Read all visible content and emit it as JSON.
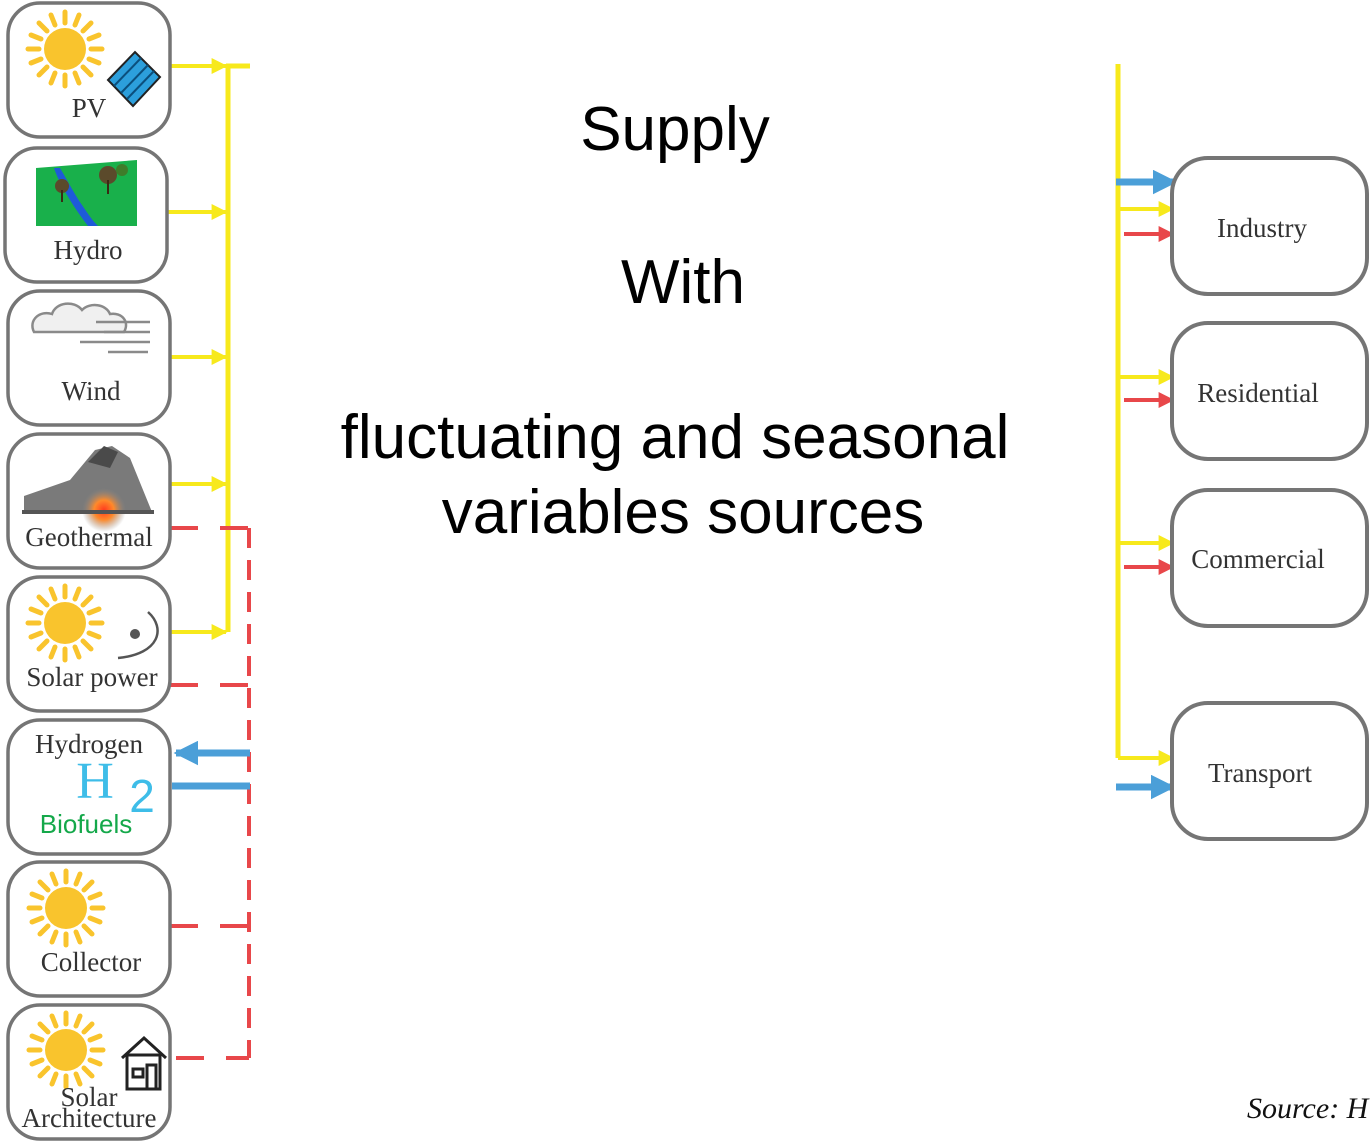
{
  "title": {
    "line1": "Supply",
    "line2": "With",
    "line3": "fluctuating and seasonal",
    "line4": "variables sources"
  },
  "sources": [
    {
      "label": "PV",
      "icon": "sun-pv-panel-icon"
    },
    {
      "label": "Hydro",
      "icon": "river-landscape-icon"
    },
    {
      "label": "Wind",
      "icon": "cloud-wind-icon"
    },
    {
      "label": "Geothermal",
      "icon": "volcano-icon"
    },
    {
      "label": "Solar power",
      "icon": "sun-dish-icon"
    },
    {
      "label": "Hydrogen",
      "h2_letter": "H",
      "h2_sub": "2",
      "label2": "Biofuels",
      "icon": "h2-icon"
    },
    {
      "label": "Collector",
      "icon": "sun-icon"
    },
    {
      "label": "Solar",
      "label2": "Architecture",
      "icon": "sun-house-icon"
    }
  ],
  "sinks": [
    {
      "label": "Industry"
    },
    {
      "label": "Residential"
    },
    {
      "label": "Commercial"
    },
    {
      "label": "Transport"
    }
  ],
  "source_note": "Source: H",
  "colors": {
    "electricity": "#f7e91c",
    "heat": "#e8474a",
    "fuel": "#4b9fd8",
    "box_border": "#757575",
    "sun": "#f9c42d",
    "hydrogen": "#3ebde8",
    "biofuels": "#14a84a"
  }
}
